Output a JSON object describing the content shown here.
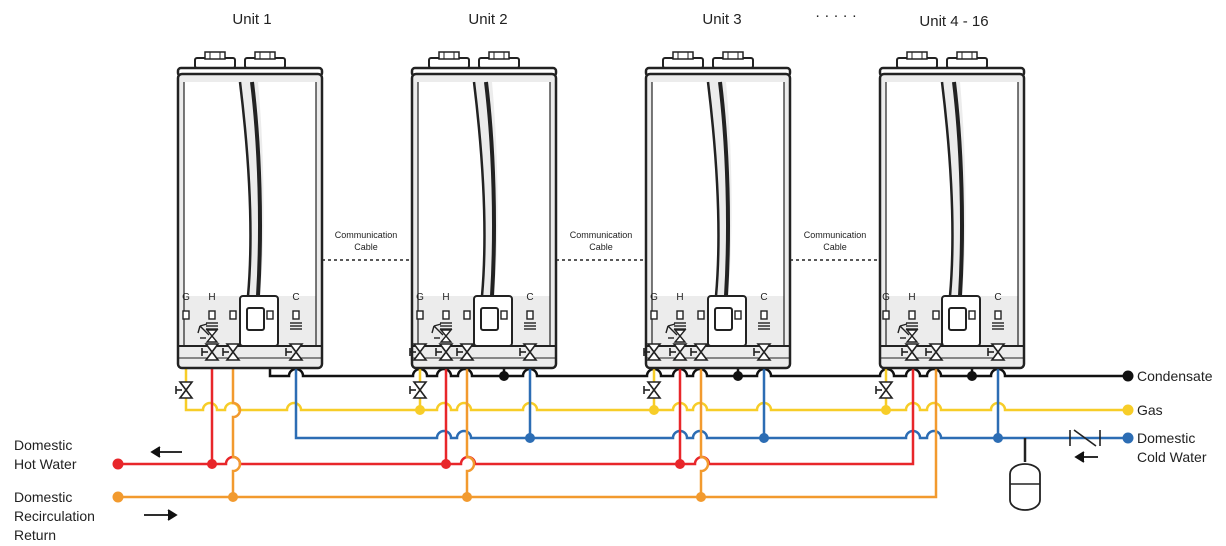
{
  "units": [
    {
      "title": "Unit 1"
    },
    {
      "title": "Unit 2"
    },
    {
      "title": "Unit 3"
    },
    {
      "title": "Unit 4 - 16"
    }
  ],
  "ellipsis": "· · · · ·",
  "ports": {
    "gas": "G",
    "hot": "H",
    "cold": "C"
  },
  "cable": {
    "line1": "Communication",
    "line2": "Cable"
  },
  "lines": {
    "condensate": "Condensate",
    "gas": "Gas",
    "cold_line1": "Domestic",
    "cold_line2": "Cold Water",
    "hot_line1": "Domestic",
    "hot_line2": "Hot Water",
    "recirc_line1": "Domestic",
    "recirc_line2": "Recirculation",
    "recirc_line3": "Return"
  },
  "colors": {
    "hot": "#e8262a",
    "recirc": "#f29a2e",
    "gas": "#f7cd28",
    "cold": "#2c6db4",
    "condensate": "#111111"
  }
}
